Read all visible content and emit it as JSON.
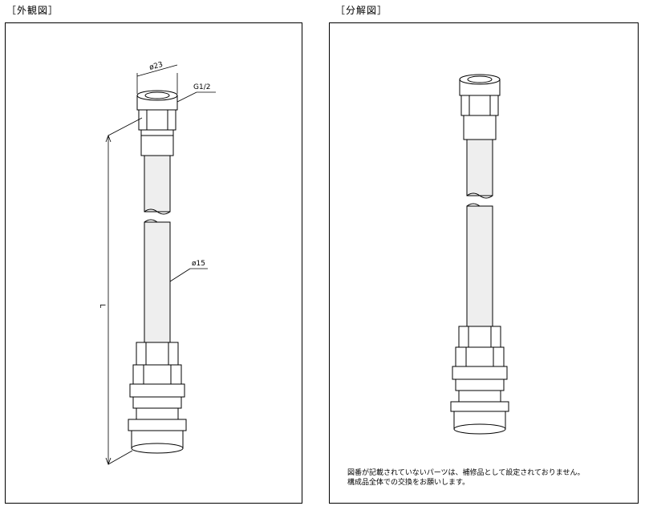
{
  "sections": {
    "exterior_label": "［外観図］",
    "exploded_label": "［分解図］"
  },
  "dimensions": {
    "top_diameter": "ø23",
    "thread": "G1/2",
    "hose_diameter": "ø15",
    "length": "L"
  },
  "note": {
    "line1": "図番が記載されていないパーツは、補修品として設定されておりません。",
    "line2": "構成品全体での交換をお願いします。"
  },
  "colors": {
    "line": "#000000",
    "tube": "#e8e8e8",
    "background": "#ffffff"
  }
}
